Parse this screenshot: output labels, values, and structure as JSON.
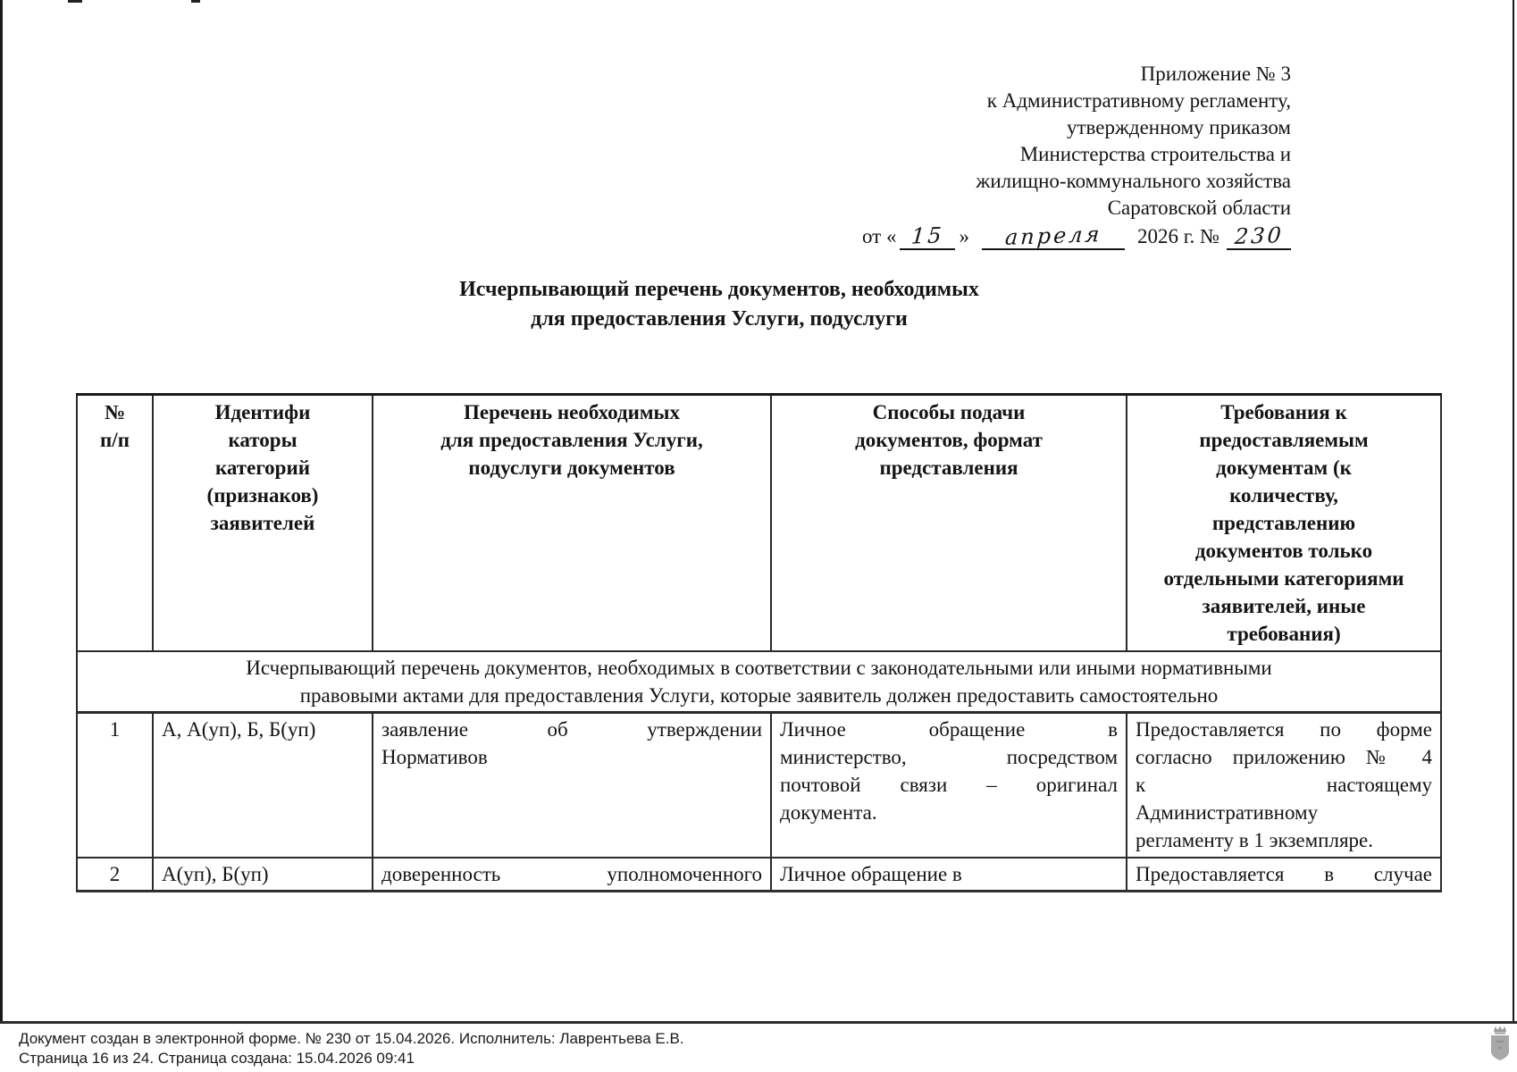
{
  "appendix": {
    "lines": [
      "Приложение № 3",
      "к Административному регламенту,",
      "утвержденному приказом",
      "Министерства строительства и",
      "жилищно-коммунального хозяйства",
      "Саратовской области"
    ],
    "date": {
      "prefix": "от «",
      "day": "15",
      "close_quote": "»",
      "month": "апреля",
      "year_part": "2026 г. №",
      "number": "230"
    }
  },
  "title": {
    "line1": "Исчерпывающий перечень документов, необходимых",
    "line2": "для предоставления Услуги, подуслуги"
  },
  "table": {
    "headers": [
      "№\nп/п",
      "Идентифи\nкаторы\nкатегорий\n(признаков)\nзаявителей",
      "Перечень необходимых\nдля предоставления Услуги,\nподуслуги документов",
      "Способы подачи\nдокументов, формат\nпредставления",
      "Требования к\nпредоставляемым\nдокументам (к\nколичеству,\nпредставлению\nдокументов только\nотдельными категориями\nзаявителей, иные\nтребования)"
    ],
    "section_row": "Исчерпывающий перечень документов, необходимых в соответствии с законодательными или иными нормативными\nправовыми актами для предоставления Услуги, которые заявитель должен предоставить самостоятельно",
    "rows": [
      {
        "num": "1",
        "categories": "А, А(уп), Б, Б(уп)",
        "doc_lines": [
          {
            "t": "заявление об утверждении"
          },
          {
            "t": "Нормативов"
          }
        ],
        "method_lines": [
          {
            "t": "Личное обращение в"
          },
          {
            "t": "министерство, посредством"
          },
          {
            "t": "почтовой связи – оригинал"
          },
          {
            "t": "документа."
          }
        ],
        "req_lines": [
          {
            "t": "Предоставляется по форме"
          },
          {
            "t": "согласно приложению № 4"
          },
          {
            "t": "к настоящему"
          },
          {
            "t": "Административному"
          },
          {
            "t": "регламенту в 1 экземпляре."
          }
        ]
      },
      {
        "num": "2",
        "categories": "А(уп), Б(уп)",
        "doc_lines": [
          {
            "t": "доверенность уполномоченного"
          }
        ],
        "method_lines": [
          {
            "t": "Личное обращение в"
          }
        ],
        "req_lines": [
          {
            "t": "Предоставляется в случае"
          }
        ]
      }
    ]
  },
  "footer": {
    "line1": "Документ создан в электронной форме. № 230 от 15.04.2026. Исполнитель: Лаврентьева Е.В.",
    "line2": "Страница 16 из 24. Страница создана: 15.04.2026 09:41",
    "emblem_icon": "coat-of-arms-shield-crown"
  }
}
